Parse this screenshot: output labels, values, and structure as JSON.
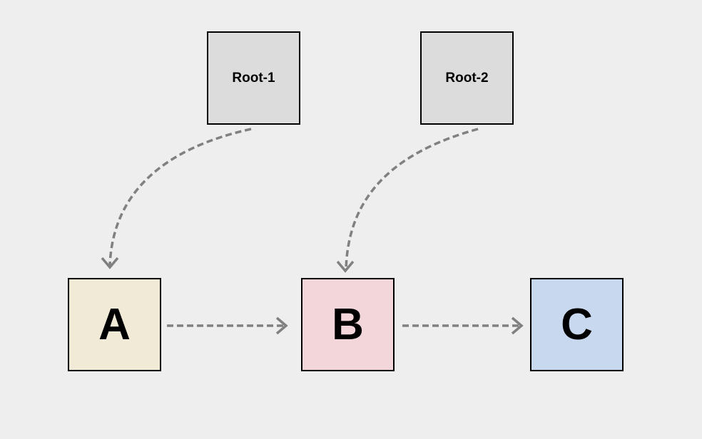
{
  "nodes": {
    "root_1": {
      "label": "Root-1",
      "color": "#dcdcdc"
    },
    "root_2": {
      "label": "Root-2",
      "color": "#dcdcdc"
    },
    "a": {
      "label": "A",
      "color": "#f0ead6"
    },
    "b": {
      "label": "B",
      "color": "#f2d6da"
    },
    "c": {
      "label": "C",
      "color": "#c8d8ee"
    }
  },
  "edges": [
    {
      "from": "Root-1",
      "to": "A",
      "style": "dashed"
    },
    {
      "from": "Root-2",
      "to": "B",
      "style": "dashed"
    },
    {
      "from": "A",
      "to": "B",
      "style": "dashed"
    },
    {
      "from": "B",
      "to": "C",
      "style": "dashed"
    }
  ],
  "colors": {
    "background": "#eeeeee",
    "edge": "#808080",
    "border": "#000000"
  }
}
